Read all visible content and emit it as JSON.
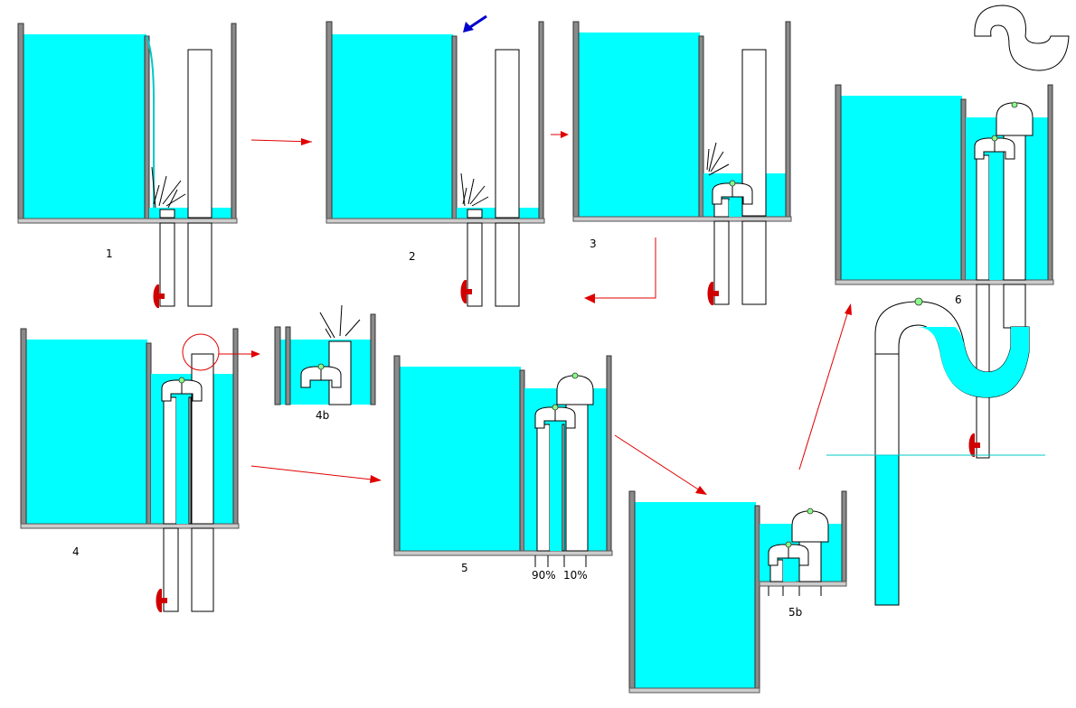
{
  "colors": {
    "water": "#00ffff",
    "wall": "#8a8a8a",
    "floor": "#cccccc",
    "arrow": "#e00000",
    "highlight_arrow": "#0000cc",
    "valve": "#d00000",
    "cap_dot": "#88ff88"
  },
  "icons": [
    "valve-icon",
    "splash-icon",
    "arrow-icon",
    "s-curve-icon"
  ],
  "labels": {
    "step1": "1",
    "step2": "2",
    "step3": "3",
    "step4": "4",
    "step4b": "4b",
    "step5": "5",
    "step5b": "5b",
    "step6": "6",
    "split_left": "90%",
    "split_right": "10%"
  }
}
